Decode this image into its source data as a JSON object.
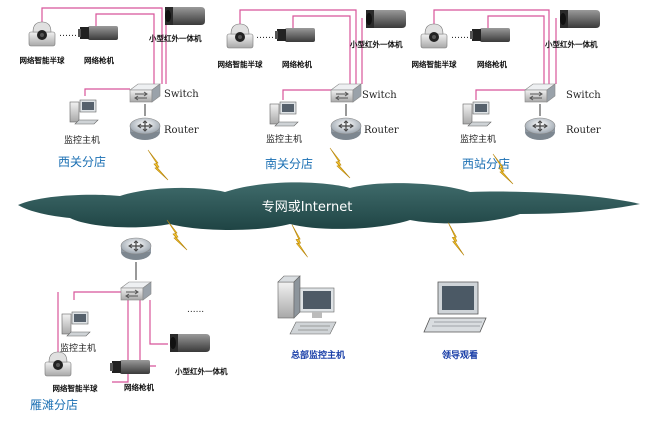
{
  "colors": {
    "link": "#d8559a",
    "cloud": "#2e5a5a",
    "bolt": "#e8b21a",
    "branch_text": "#1a6fb3",
    "hq_text": "#1a3fa8"
  },
  "network": {
    "label": "专网或Internet"
  },
  "branches": [
    {
      "name": "西关分店",
      "ptz_label": "网络智能半球",
      "gun_label": "网络枪机",
      "ir_label": "小型红外一体机",
      "host_label": "监控主机",
      "switch_label": "Switch",
      "router_label": "Router",
      "dots": "……"
    },
    {
      "name": "南关分店",
      "ptz_label": "网络智能半球",
      "gun_label": "网络枪机",
      "ir_label": "小型红外一体机",
      "host_label": "监控主机",
      "switch_label": "Switch",
      "router_label": "Router",
      "dots": "……"
    },
    {
      "name": "西站分店",
      "ptz_label": "网络智能半球",
      "gun_label": "网络枪机",
      "ir_label": "小型红外一体机",
      "host_label": "监控主机",
      "switch_label": "Switch",
      "router_label": "Router",
      "dots": "……"
    },
    {
      "name": "雁滩分店",
      "ptz_label": "网络智能半球",
      "gun_label": "网络枪机",
      "ir_label": "小型红外一体机",
      "host_label": "监控主机",
      "dots": "......"
    }
  ],
  "hq": {
    "label": "总部监控主机"
  },
  "leader": {
    "label": "领导观看"
  },
  "icons": [
    "ptz-dome-camera-icon",
    "bullet-camera-icon",
    "ir-camera-icon",
    "switch-icon",
    "router-icon",
    "pc-host-icon",
    "desktop-workstation-icon",
    "laptop-icon",
    "lightning-bolt-icon",
    "cloud-icon"
  ]
}
